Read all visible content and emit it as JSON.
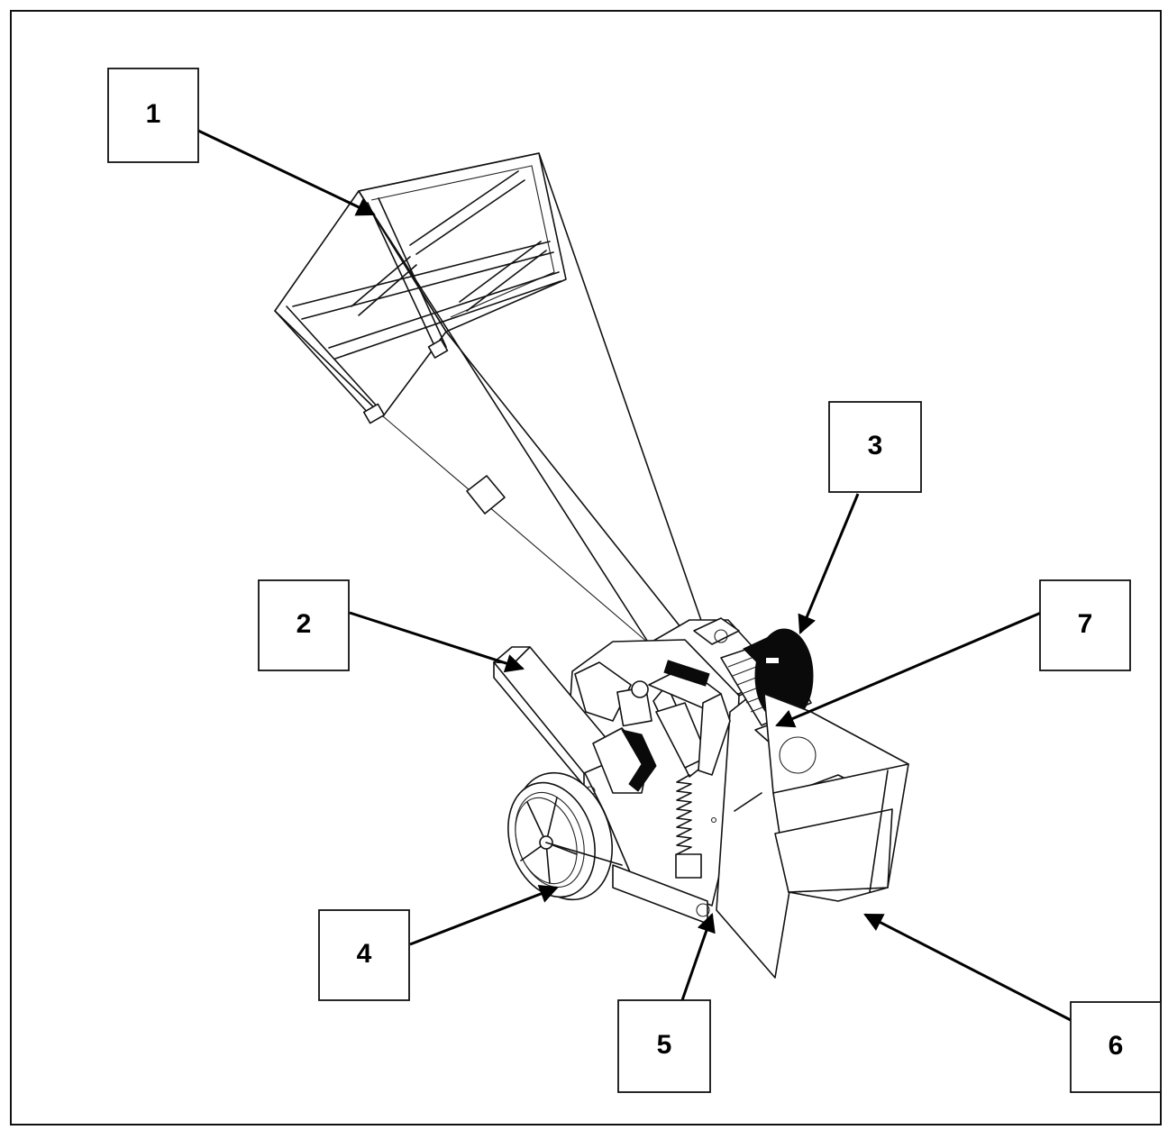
{
  "callouts": {
    "c1": {
      "label": "1"
    },
    "c2": {
      "label": "2"
    },
    "c3": {
      "label": "3"
    },
    "c4": {
      "label": "4"
    },
    "c5": {
      "label": "5"
    },
    "c6": {
      "label": "6"
    },
    "c7": {
      "label": "7"
    }
  },
  "colors": {
    "ink": "#111111",
    "background": "#ffffff"
  }
}
